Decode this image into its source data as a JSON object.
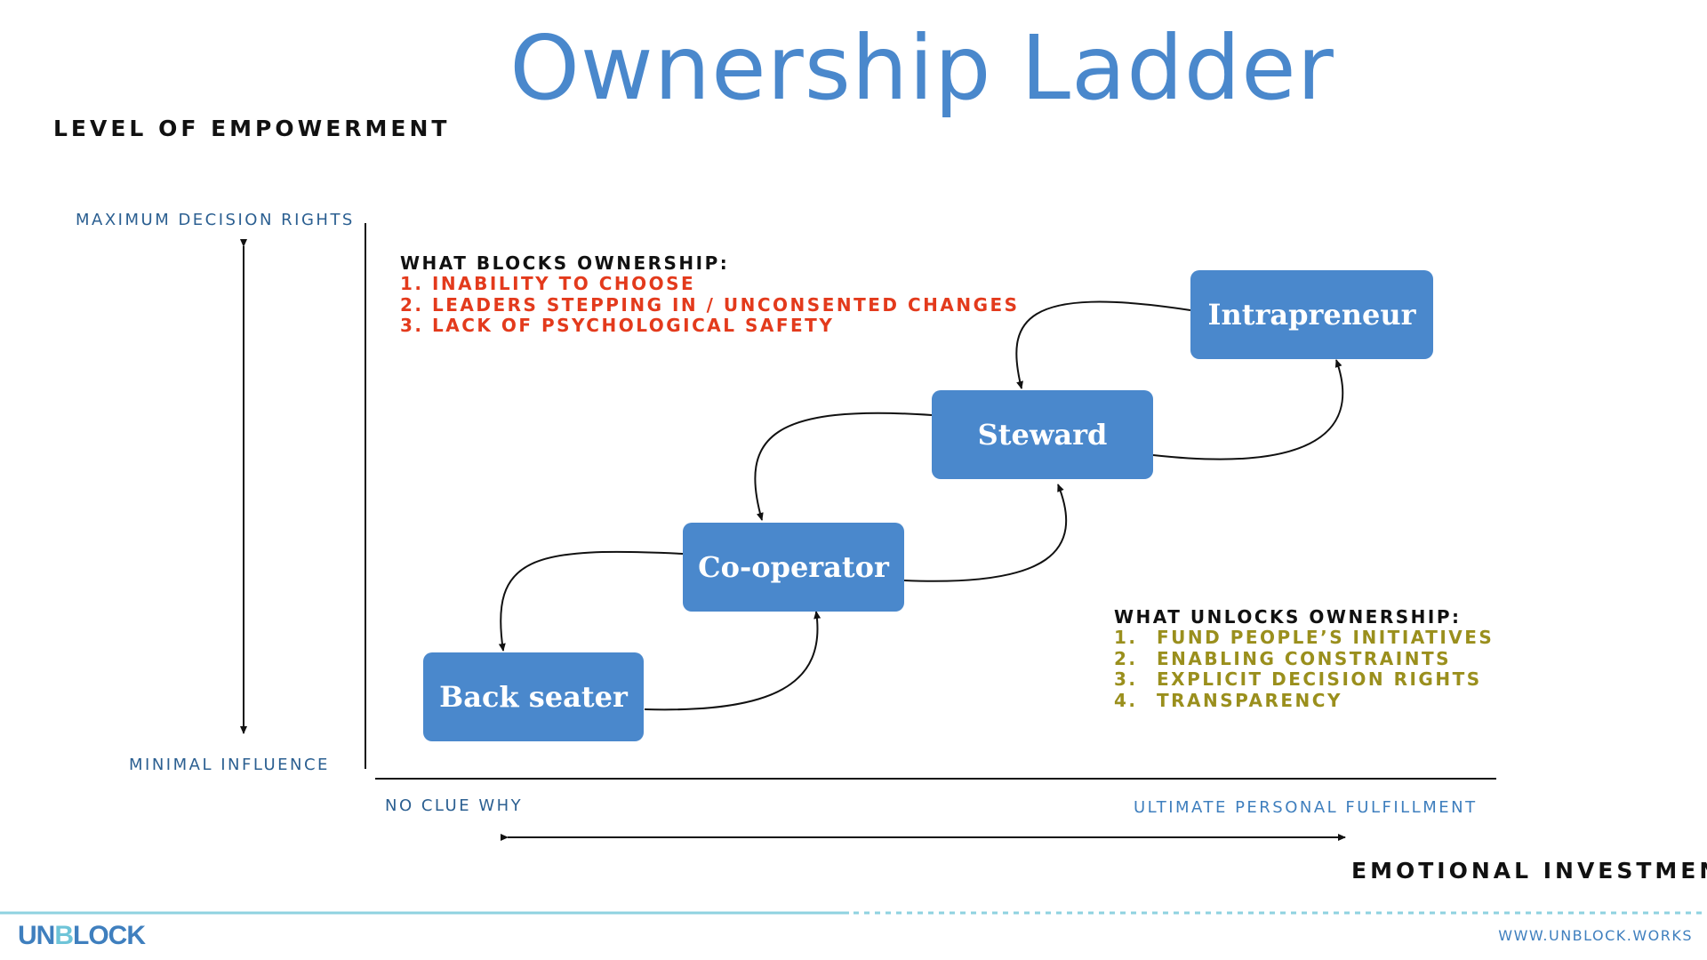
{
  "title": "Ownership Ladder",
  "y_axis": {
    "title": "LEVEL OF EMPOWERMENT",
    "top_label": "MAXIMUM DECISION RIGHTS",
    "bottom_label": "MINIMAL INFLUENCE"
  },
  "x_axis": {
    "title": "EMOTIONAL INVESTMENT",
    "left_label": "NO CLUE WHY",
    "right_label": "ULTIMATE PERSONAL FULFILLMENT"
  },
  "blocks": {
    "heading": "WHAT BLOCKS OWNERSHIP:",
    "color": "#e33a1c",
    "items": [
      {
        "num": "1.",
        "text": "INABILITY TO CHOOSE"
      },
      {
        "num": "2.",
        "text": "LEADERS STEPPING IN / UNCONSENTED CHANGES"
      },
      {
        "num": "3.",
        "text": "LACK OF PSYCHOLOGICAL SAFETY"
      }
    ]
  },
  "unlocks": {
    "heading": "WHAT UNLOCKS OWNERSHIP:",
    "color": "#9a8f1d",
    "items": [
      {
        "num": "1.",
        "text": "FUND PEOPLE’S INITIATIVES"
      },
      {
        "num": "2.",
        "text": "ENABLING CONSTRAINTS"
      },
      {
        "num": "3.",
        "text": "EXPLICIT DECISION RIGHTS"
      },
      {
        "num": "4.",
        "text": "TRANSPARENCY"
      }
    ]
  },
  "ladder": {
    "box_color": "#4a88cc",
    "steps": [
      "Back seater",
      "Co-operator",
      "Steward",
      "Intrapreneur"
    ]
  },
  "footer": {
    "brand_part1": "UN",
    "brand_part2": "B",
    "brand_part3": "LOCK",
    "website": "WWW.UNBLOCK.WORKS"
  }
}
